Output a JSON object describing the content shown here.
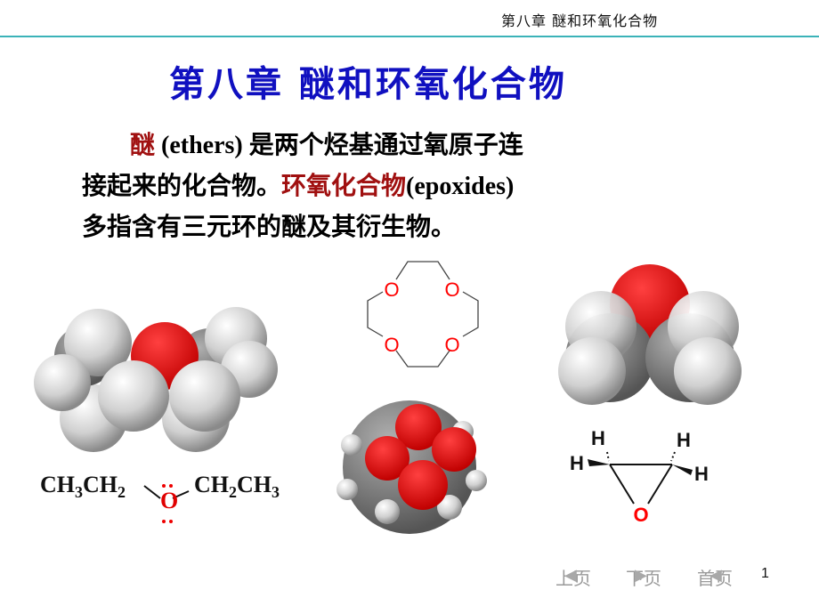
{
  "header": {
    "title": "第八章  醚和环氧化合物",
    "rule_color": "#3bb3b8"
  },
  "page_title": "第八章 醚和环氧化合物",
  "intro": {
    "line1": {
      "red": "醚",
      "rest_en": " (ethers) ",
      "rest": "是两个烃基通过氧原子连"
    },
    "line2": {
      "text": "接起来的化合物。",
      "red": "环氧化合物",
      "en": "(epoxides)"
    },
    "line3": "多指含有三元环的醚及其衍生物。",
    "red_color": "#a01010"
  },
  "formula": {
    "left": "CH",
    "left_sub1": "3",
    "left_mid": "CH",
    "left_sub2": "2",
    "oxygen": "O",
    "right": "CH",
    "right_sub1": "2",
    "right_mid": "CH",
    "right_sub2": "3"
  },
  "crown_ether": {
    "atoms": [
      "O",
      "O",
      "O",
      "O"
    ]
  },
  "epoxide_structure": {
    "hydrogens": [
      "H",
      "H",
      "H",
      "H"
    ],
    "oxygen": "O"
  },
  "models": {
    "diethyl_ether": "space-filling model of diethyl ether",
    "crown_ether": "space-filling model of 12-crown-4",
    "ethylene_oxide": "space-filling model of ethylene oxide"
  },
  "nav": {
    "prev": "上页",
    "next": "下页",
    "home": "首页"
  },
  "page_number": "1"
}
